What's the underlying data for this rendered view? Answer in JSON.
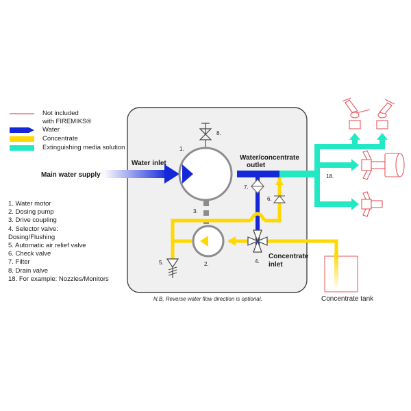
{
  "legend": {
    "items": [
      {
        "id": "not-included",
        "label": "Not included\nwith FIREMIKS®",
        "color": "#e8545a",
        "style": "line"
      },
      {
        "id": "water",
        "label": "Water",
        "color": "#1428d8",
        "style": "arrow"
      },
      {
        "id": "concentrate",
        "label": "Concentrate",
        "color": "#ffd800",
        "style": "bar"
      },
      {
        "id": "solution",
        "label": "Extinguishing media solution",
        "color": "#23e8c4",
        "style": "bar"
      }
    ]
  },
  "parts": [
    "1. Water motor",
    "2. Dosing pump",
    "3. Drive coupling",
    "4. Selector valve:\nDosing/Flushing",
    "5. Automatic air relief valve",
    "6. Check valve",
    "7. Filter",
    "8. Drain valve",
    "18. For example: Nozzles/Monitors"
  ],
  "labels": {
    "main_water_supply": "Main water supply",
    "water_inlet": "Water inlet",
    "water_concentrate_outlet_1": "Water/concentrate",
    "water_concentrate_outlet_2": "outlet",
    "concentrate_inlet_1": "Concentrate",
    "concentrate_inlet_2": "inlet",
    "concentrate_tank": "Concentrate tank",
    "footnote": "N.B. Reverse water flow direction is optional.",
    "num_1": "1.",
    "num_2": "2.",
    "num_3": "3.",
    "num_4": "4.",
    "num_5": "5.",
    "num_6": "6.",
    "num_7": "7.",
    "num_8": "8.",
    "num_18": "18."
  },
  "colors": {
    "water": "#1428d8",
    "concentrate": "#ffd800",
    "solution": "#23e8c4",
    "not_included": "#e8545a",
    "housing_fill": "#f0f0f0",
    "housing_stroke": "#444444",
    "component_stroke": "#8c8c8c"
  }
}
